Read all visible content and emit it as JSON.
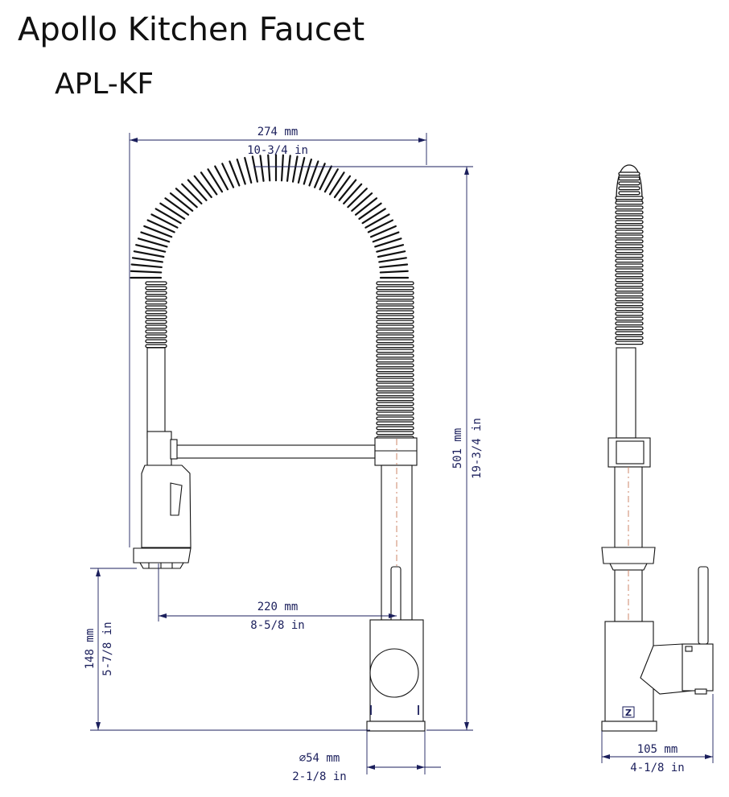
{
  "title": "Apollo Kitchen Faucet",
  "model": "APL-KF",
  "dimensions": {
    "width": {
      "metric": "274 mm",
      "imperial": "10-3/4 in"
    },
    "height": {
      "metric": "501 mm",
      "imperial": "19-3/4 in"
    },
    "reach": {
      "metric": "220 mm",
      "imperial": "8-5/8 in"
    },
    "spout_height": {
      "metric": "148 mm",
      "imperial": "5-7/8 in"
    },
    "base": {
      "metric": "∅54 mm",
      "imperial": "2-1/8 in"
    },
    "depth": {
      "metric": "105 mm",
      "imperial": "4-1/8 in"
    }
  },
  "logo_mark": "Z",
  "colors": {
    "outline": "#111111",
    "dimension": "#1b1f5c",
    "centerline": "#c77a5a"
  }
}
